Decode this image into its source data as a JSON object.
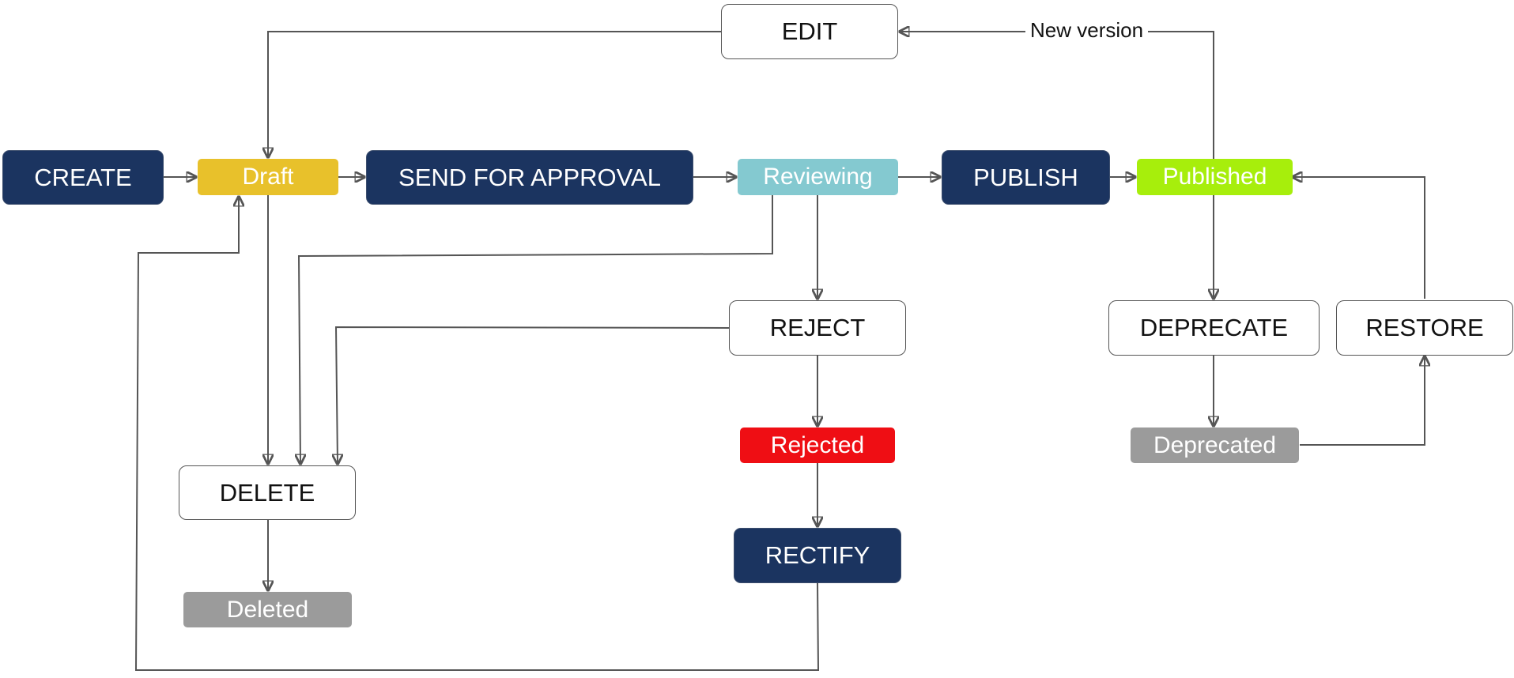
{
  "actions": {
    "create": "CREATE",
    "send_for_approval": "SEND FOR APPROVAL",
    "publish": "PUBLISH",
    "edit": "EDIT",
    "reject": "REJECT",
    "rectify": "RECTIFY",
    "delete": "DELETE",
    "deprecate": "DEPRECATE",
    "restore": "RESTORE"
  },
  "states": {
    "draft": "Draft",
    "reviewing": "Reviewing",
    "published": "Published",
    "rejected": "Rejected",
    "deleted": "Deleted",
    "deprecated": "Deprecated"
  },
  "edge_labels": {
    "new_version": "New version"
  },
  "colors": {
    "action_dark": "#1b3460",
    "action_light": "#ffffff",
    "draft": "#e8c12b",
    "reviewing": "#84c9d0",
    "published": "#a7ee0c",
    "rejected": "#ef0e14",
    "deleted": "#9b9b9b",
    "deprecated": "#9b9b9b",
    "connector": "#555555"
  }
}
